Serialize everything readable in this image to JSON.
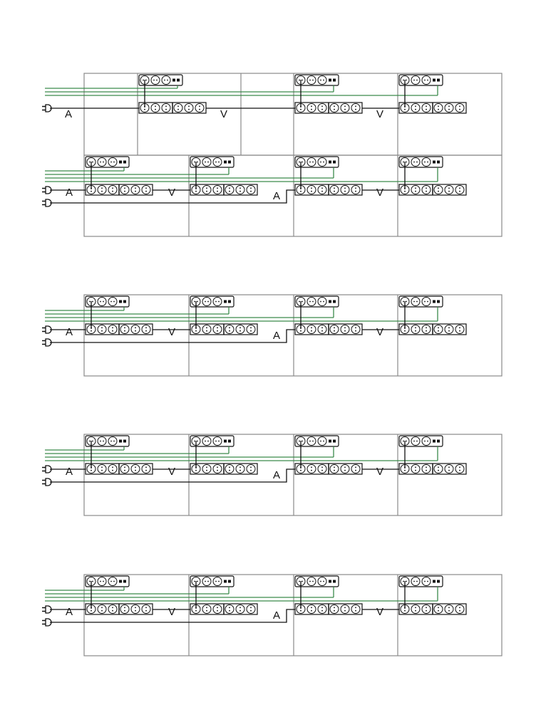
{
  "diagram": {
    "title": "",
    "colors": {
      "frame": "#8a8a8a",
      "wire": "#111111",
      "green_wire": "#3a8a4a"
    },
    "top_block": {
      "row1_labels": [
        "A",
        "V",
        "V"
      ],
      "row2_labels": [
        "A",
        "V",
        "A",
        "V"
      ]
    },
    "repeated_blocks": [
      {
        "labels": [
          "A",
          "V",
          "A",
          "V"
        ]
      },
      {
        "labels": [
          "A",
          "V",
          "A",
          "V"
        ]
      },
      {
        "labels": [
          "A",
          "V",
          "A",
          "V"
        ]
      }
    ]
  }
}
